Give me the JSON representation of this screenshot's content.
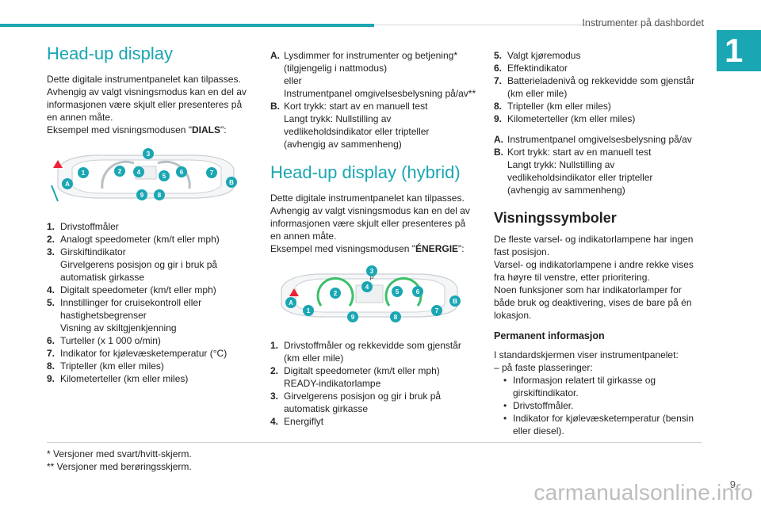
{
  "header": {
    "section_title": "Instrumenter på dashbordet",
    "chapter": "1"
  },
  "col1": {
    "title": "Head-up display",
    "intro": "Dette digitale instrumentpanelet kan tilpasses. Avhengig av valgt visningsmodus kan en del av informasjonen være skjult eller presenteres på en annen måte.",
    "example_prefix": "Eksempel med visningsmodusen \"",
    "example_kw": "DIALS",
    "example_suffix": "\":",
    "items": [
      {
        "k": "1.",
        "v": "Drivstoffmåler"
      },
      {
        "k": "2.",
        "v": "Analogt speedometer (km/t eller mph)"
      },
      {
        "k": "3.",
        "v": "Girskiftindikator\nGirvelgerens posisjon og gir i bruk på automatisk girkasse"
      },
      {
        "k": "4.",
        "v": "Digitalt speedometer (km/t eller mph)"
      },
      {
        "k": "5.",
        "v": "Innstillinger for cruisekontroll eller hastighetsbegrenser\nVisning av skiltgjenkjenning"
      },
      {
        "k": "6.",
        "v": "Turteller (x 1 000 o/min)"
      },
      {
        "k": "7.",
        "v": "Indikator for kjølevæsketemperatur (°C)"
      },
      {
        "k": "8.",
        "v": "Tripteller (km eller miles)"
      },
      {
        "k": "9.",
        "v": "Kilometerteller (km eller miles)"
      }
    ]
  },
  "col2": {
    "itemsAB": [
      {
        "k": "A.",
        "v": "Lysdimmer for instrumenter og betjening*\n(tilgjengelig i nattmodus)\neller\nInstrumentpanel omgivelsesbelysning på/av**"
      },
      {
        "k": "B.",
        "v": "Kort trykk: start av en manuell test\nLangt trykk: Nullstilling av vedlikeholdsindikator eller tripteller\n(avhengig av sammenheng)"
      }
    ],
    "title": "Head-up display (hybrid)",
    "intro": "Dette digitale instrumentpanelet kan tilpasses. Avhengig av valgt visningsmodus kan en del av informasjonen være skjult eller presenteres på en annen måte.",
    "example_prefix": "Eksempel med visningsmodusen \"",
    "example_kw": "ÉNERGIE",
    "example_suffix": "\":",
    "items": [
      {
        "k": "1.",
        "v": "Drivstoffmåler og rekkevidde som gjenstår (km eller mile)"
      },
      {
        "k": "2.",
        "v": "Digitalt speedometer (km/t eller mph)\nREADY-indikatorlampe"
      },
      {
        "k": "3.",
        "v": "Girvelgerens posisjon og gir i bruk på automatisk girkasse"
      },
      {
        "k": "4.",
        "v": "Energiflyt"
      }
    ]
  },
  "col3": {
    "items": [
      {
        "k": "5.",
        "v": "Valgt kjøremodus"
      },
      {
        "k": "6.",
        "v": "Effektindikator"
      },
      {
        "k": "7.",
        "v": "Batterieladenivå og rekkevidde som gjenstår (km eller mile)"
      },
      {
        "k": "8.",
        "v": "Tripteller (km eller miles)"
      },
      {
        "k": "9.",
        "v": "Kilometerteller (km eller miles)"
      }
    ],
    "itemsAB": [
      {
        "k": "A.",
        "v": "Instrumentpanel omgivelsesbelysning på/av"
      },
      {
        "k": "B.",
        "v": "Kort trykk: start av en manuell test\nLangt trykk: Nullstilling av vedlikeholdsindikator eller tripteller\n(avhengig av sammenheng)"
      }
    ],
    "title": "Visningssymboler",
    "p1": "De fleste varsel- og indikatorlampene har ingen fast posisjon.",
    "p2": "Varsel- og indikatorlampene i andre rekke vises fra høyre til venstre, etter prioritering.",
    "p3": " Noen funksjoner som har indikatorlamper for både bruk og deaktivering, vises de bare på én lokasjon.",
    "subtitle": "Permanent informasjon",
    "p4": "I standardskjermen viser instrumentpanelet:",
    "dash": "–  på faste plasseringer:",
    "bullets": [
      "Informasjon relatert til girkasse og girskiftindikator.",
      "Drivstoffmåler.",
      "Indikator for kjølevæsketemperatur (bensin eller diesel)."
    ]
  },
  "footnotes": [
    "* Versjoner med svart/hvitt-skjerm.",
    "** Versjoner med berøringsskjerm."
  ],
  "page_number": "9",
  "watermark": "carmanualsonline.info",
  "fig1": {
    "markers": [
      "1",
      "2",
      "3",
      "4",
      "5",
      "6",
      "7",
      "8",
      "9",
      "A",
      "B"
    ]
  },
  "fig2": {
    "markers": [
      "1",
      "2",
      "3",
      "4",
      "5",
      "6",
      "7",
      "8",
      "9",
      "A",
      "B"
    ],
    "p_label": "P"
  }
}
